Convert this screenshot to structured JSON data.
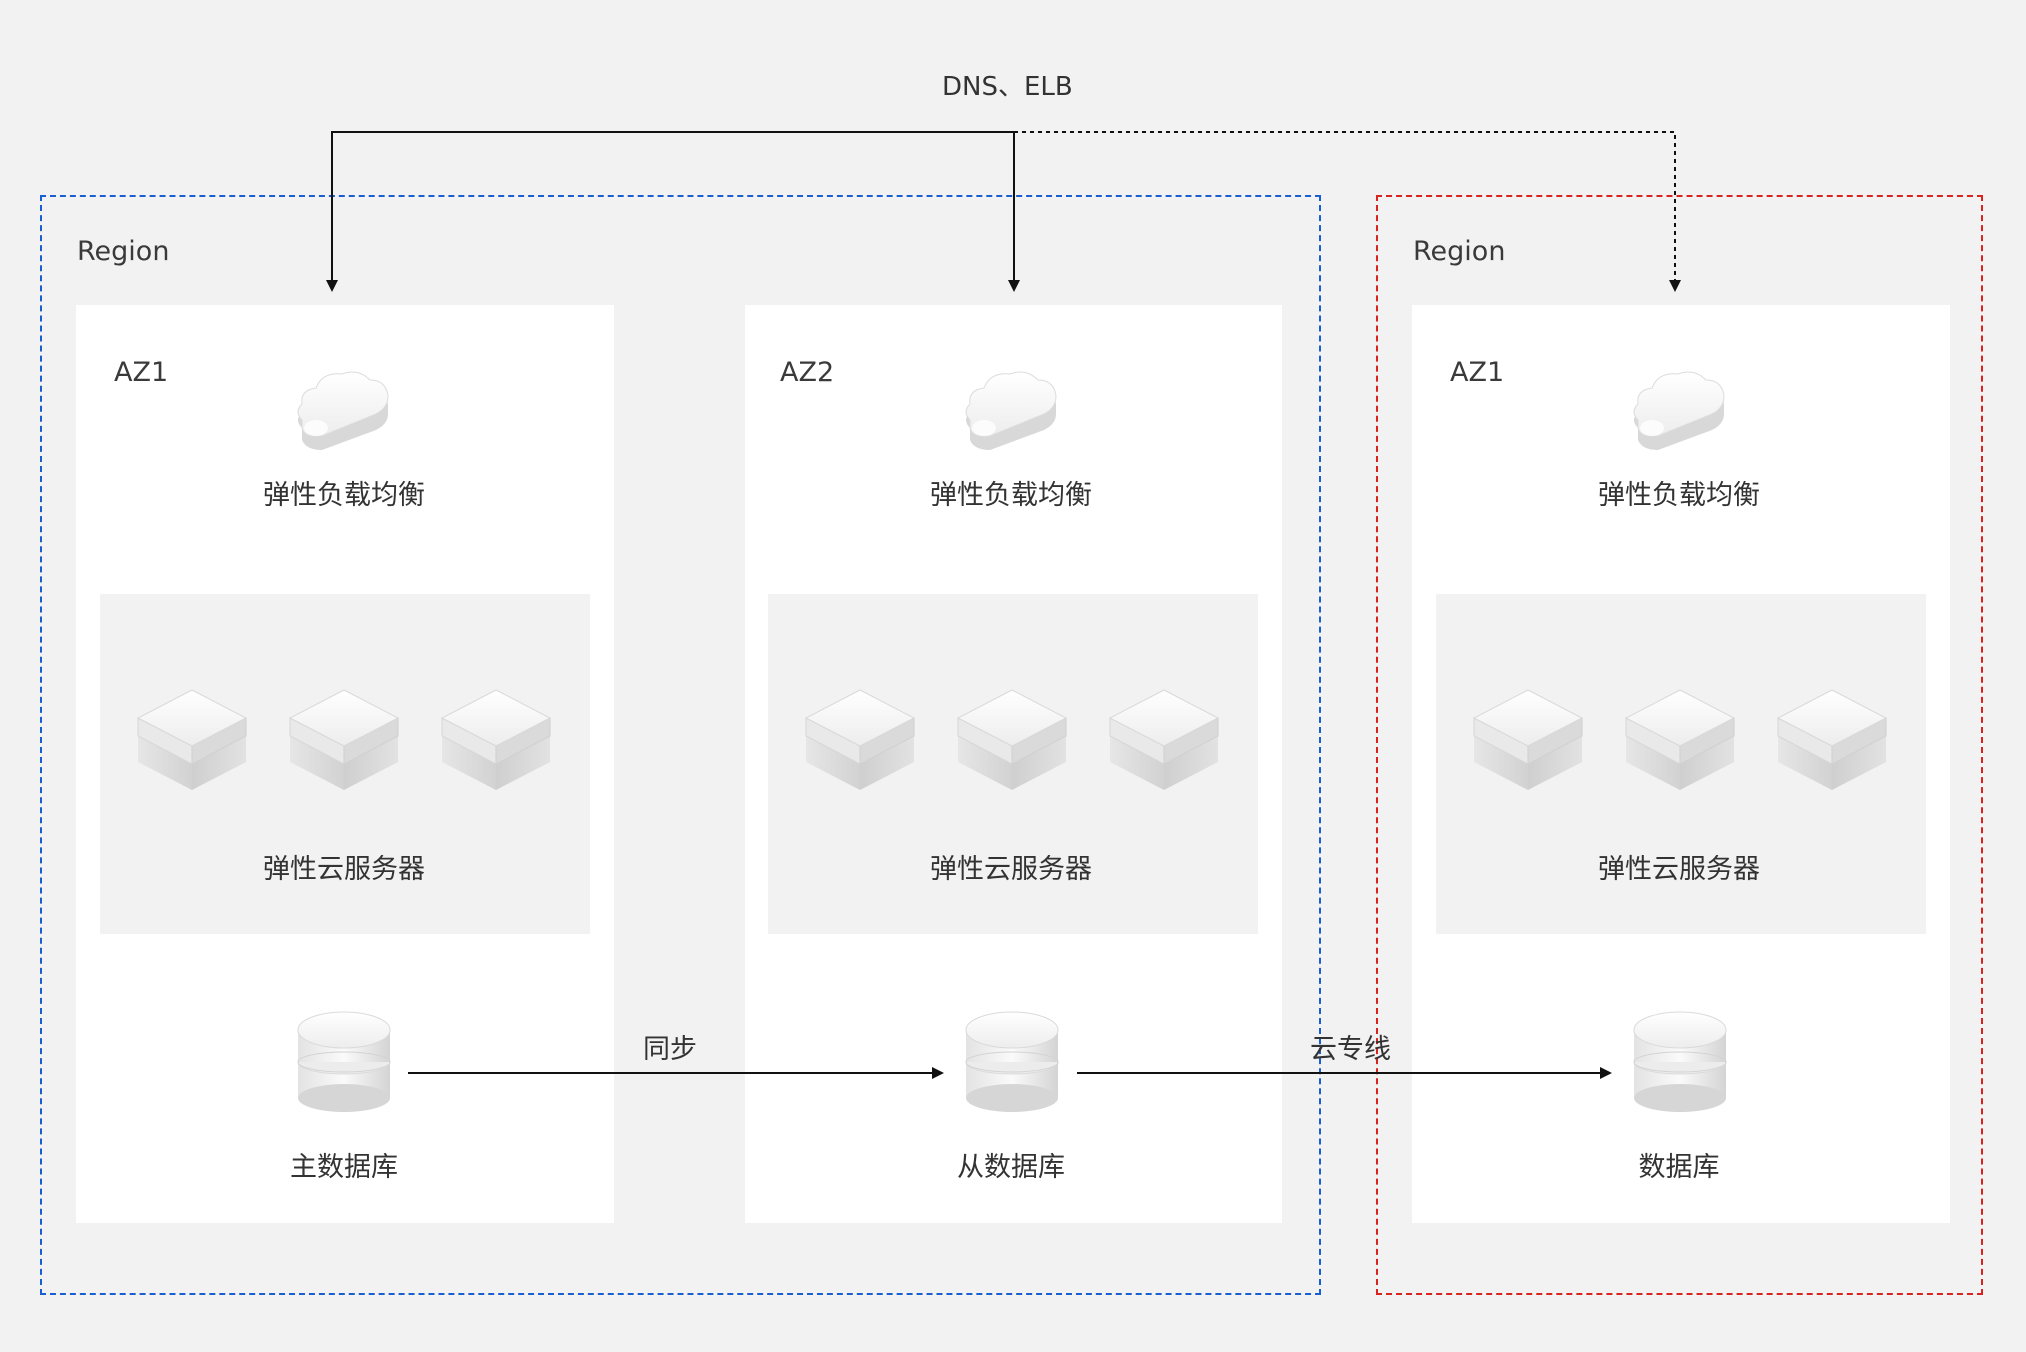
{
  "top_label": "DNS、ELB",
  "regions": [
    {
      "label": "Region",
      "border_color": "#1a5fd1"
    },
    {
      "label": "Region",
      "border_color": "#d9231e"
    }
  ],
  "azs": [
    {
      "label": "AZ1",
      "elb": "弹性负载均衡",
      "ecs": "弹性云服务器",
      "db": "主数据库"
    },
    {
      "label": "AZ2",
      "elb": "弹性负载均衡",
      "ecs": "弹性云服务器",
      "db": "从数据库"
    },
    {
      "label": "AZ1",
      "elb": "弹性负载均衡",
      "ecs": "弹性云服务器",
      "db": "数据库"
    }
  ],
  "links": {
    "sync": "同步",
    "direct_connect": "云专线"
  },
  "colors": {
    "region_primary": "#1a5fd1",
    "region_dr": "#d9231e",
    "background": "#f2f2f2"
  },
  "icons": [
    "cloud-icon",
    "server-icon",
    "database-icon"
  ]
}
